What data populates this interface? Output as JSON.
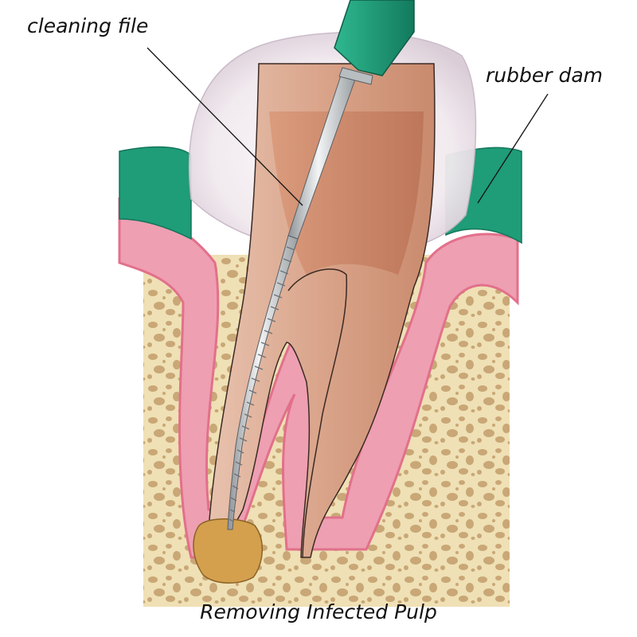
{
  "labels": {
    "cleaning_file": "cleaning file",
    "rubber_dam": "rubber dam"
  },
  "caption": "Removing Infected Pulp",
  "colors": {
    "bone": "#efe0b5",
    "bone_pore": "#c9a776",
    "gum": "#ee9fb2",
    "gum_edge": "#e2708b",
    "rubber_dam": "#1f9c78",
    "tooth_shell": "#e8d8dd",
    "dentin": "#d9a48a",
    "pulp": "#c98463",
    "file_handle": "#1c9a78",
    "file_shaft": "#bfc3c6",
    "infection": "#d4a04e"
  }
}
